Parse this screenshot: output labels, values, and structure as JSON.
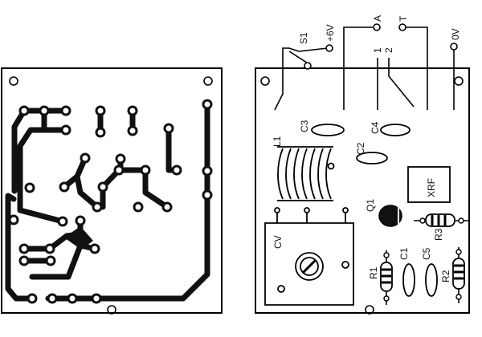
{
  "figure": {
    "terminals": {
      "s1": "S1",
      "plus6v": "+6V",
      "a": "A",
      "t": "T",
      "zero_v": "0V",
      "coil_tap_1": "1",
      "coil_tap_2": "2"
    },
    "components": {
      "c3": "C3",
      "c4": "C4",
      "c2": "C2",
      "l1": "L1",
      "xrf": "XRF",
      "q1": "Q1",
      "r3": "R3",
      "cv": "CV",
      "r1": "R1",
      "c1": "C1",
      "c5": "C5",
      "r2": "R2"
    }
  }
}
